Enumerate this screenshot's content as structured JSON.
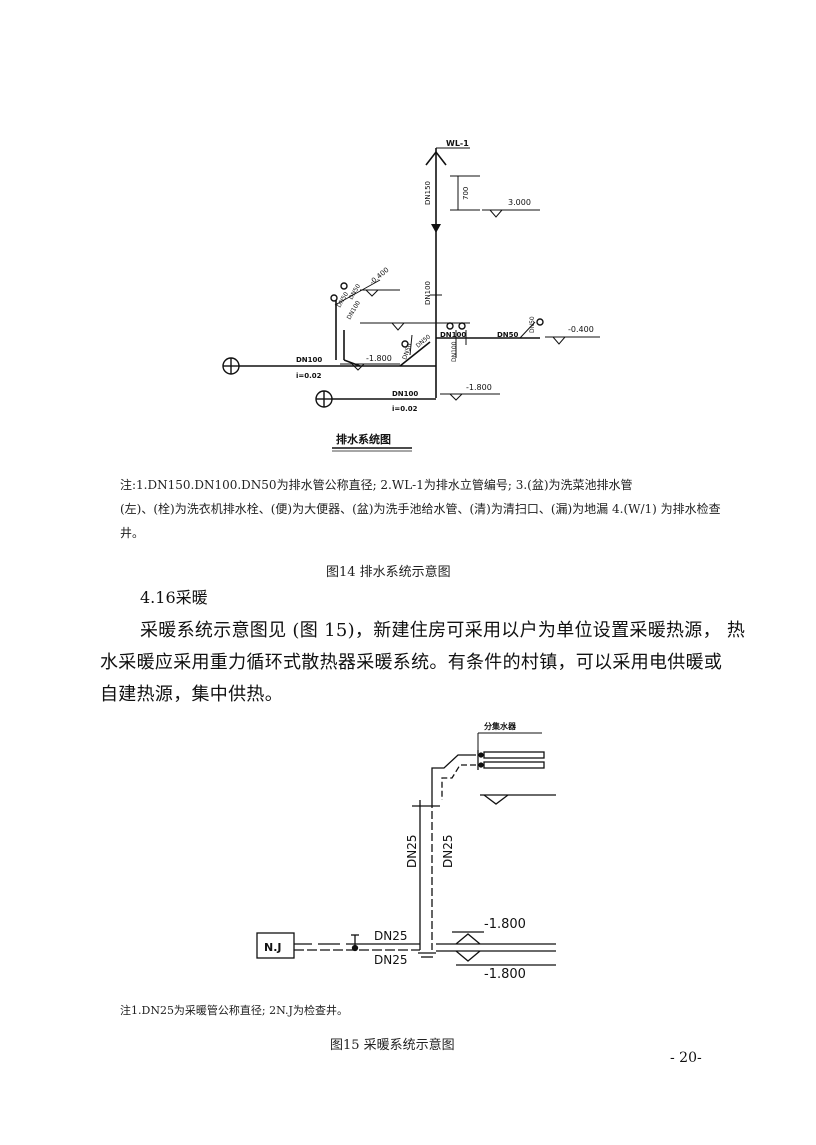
{
  "fig14": {
    "labels": {
      "riser": "WL-1",
      "dn150": "DN150",
      "len700": "700",
      "elev_3000": "3.000",
      "dn100_vert": "DN100",
      "dn50_a": "DN50",
      "dn50_b": "DN50",
      "dn100_branch": "DN100",
      "elev_m0400_left": "-0.400",
      "dn100_main": "DN100",
      "slope_main": "i=0.02",
      "elev_m1800_left": "-1.800",
      "dn50_c": "DN50",
      "dn50_d": "DN50",
      "dn100_mid": "DN100",
      "dn100_mid2": "DN100",
      "dn50_right": "DN50",
      "dn50_right2": "DN50",
      "elev_m0400_right": "-0.400",
      "dn100_bottom": "DN100",
      "slope_bottom": "i=0.02",
      "elev_m1800_right": "-1.800"
    },
    "title": "排水系统图",
    "note_line1": "注:1.DN150.DN100.DN50为排水管公称直径; 2.WL-1为排水立管编号; 3.(盆)为洗菜池排水管",
    "note_line2": "(左)、(栓)为洗衣机排水栓、(便)为大便器、(盆)为洗手池给水管、(清)为清扫口、(漏)为地漏 4.(W/1) 为排水检查",
    "note_line3": "井。",
    "caption": "图14  排水系统示意图"
  },
  "section_heading": "4.16采暖",
  "paragraph": {
    "line1": "采暖系统示意图见 (图 15)，新建住房可采用以户为单位设置采暖热源， 热",
    "line2": "水采暖应采用重力循环式散热器采暖系统。有条件的村镇，可以采用电供暖或",
    "line3": "自建热源，集中供热。"
  },
  "fig15": {
    "labels": {
      "manifold": "分集水器",
      "dn25_v1": "DN25",
      "dn25_v2": "DN25",
      "nj": "N.J",
      "dn25_h1": "DN25",
      "dn25_h2": "DN25",
      "elev_top": "-1.800",
      "elev_bottom": "-1.800"
    },
    "note": "注1.DN25为采暖管公称直径; 2N.J为检查井。",
    "caption": "图15  采暖系统示意图"
  },
  "page_number": "- 20-"
}
